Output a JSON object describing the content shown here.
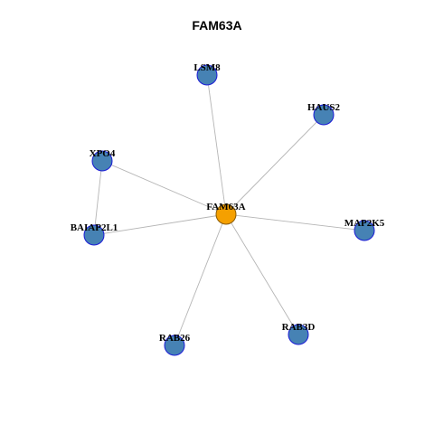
{
  "title": "FAM63A",
  "colors": {
    "center_fill": "#f5a000",
    "center_stroke": "#8a5a00",
    "node_fill": "#4682b4",
    "node_stroke": "#1a1ad6",
    "edge": "#b5b5b5"
  },
  "nodes": [
    {
      "id": "FAM63A",
      "label": "FAM63A",
      "role": "center"
    },
    {
      "id": "LSM8",
      "label": "LSM8",
      "role": "neighbor"
    },
    {
      "id": "HAUS2",
      "label": "HAUS2",
      "role": "neighbor"
    },
    {
      "id": "XPO4",
      "label": "XPO4",
      "role": "neighbor"
    },
    {
      "id": "BAIAP2L1",
      "label": "BAIAP2L1",
      "role": "neighbor"
    },
    {
      "id": "MAP2K5",
      "label": "MAP2K5",
      "role": "neighbor"
    },
    {
      "id": "RAB3D",
      "label": "RAB3D",
      "role": "neighbor"
    },
    {
      "id": "RAB26",
      "label": "RAB26",
      "role": "neighbor"
    }
  ],
  "edges": [
    {
      "source": "FAM63A",
      "target": "LSM8"
    },
    {
      "source": "FAM63A",
      "target": "HAUS2"
    },
    {
      "source": "FAM63A",
      "target": "XPO4"
    },
    {
      "source": "FAM63A",
      "target": "BAIAP2L1"
    },
    {
      "source": "FAM63A",
      "target": "MAP2K5"
    },
    {
      "source": "FAM63A",
      "target": "RAB3D"
    },
    {
      "source": "FAM63A",
      "target": "RAB26"
    },
    {
      "source": "XPO4",
      "target": "BAIAP2L1"
    }
  ]
}
